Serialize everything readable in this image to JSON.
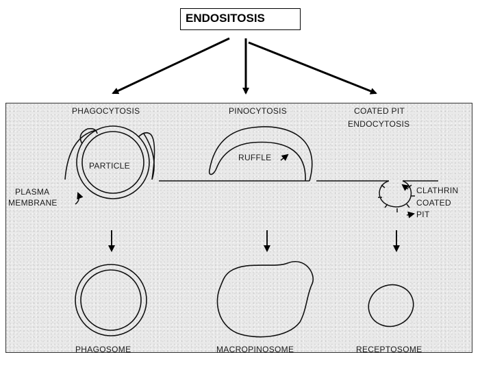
{
  "title": "ENDOSITOSIS",
  "labels": {
    "phagocytosis": "PHAGOCYTOSIS",
    "pinocytosis": "PINOCYTOSIS",
    "coated_pit_line1": "COATED PIT",
    "coated_pit_line2": "ENDOCYTOSIS",
    "particle": "PARTICLE",
    "ruffle": "RUFFLE",
    "plasma_line1": "PLASMA",
    "plasma_line2": "MEMBRANE",
    "clathrin_line1": "CLATHRIN",
    "clathrin_line2": "COATED",
    "clathrin_line3": "PIT",
    "phagosome": "PHAGOSOME",
    "macropinosome": "MACROPINOSOME",
    "receptosome": "RECEPTOSOME"
  }
}
